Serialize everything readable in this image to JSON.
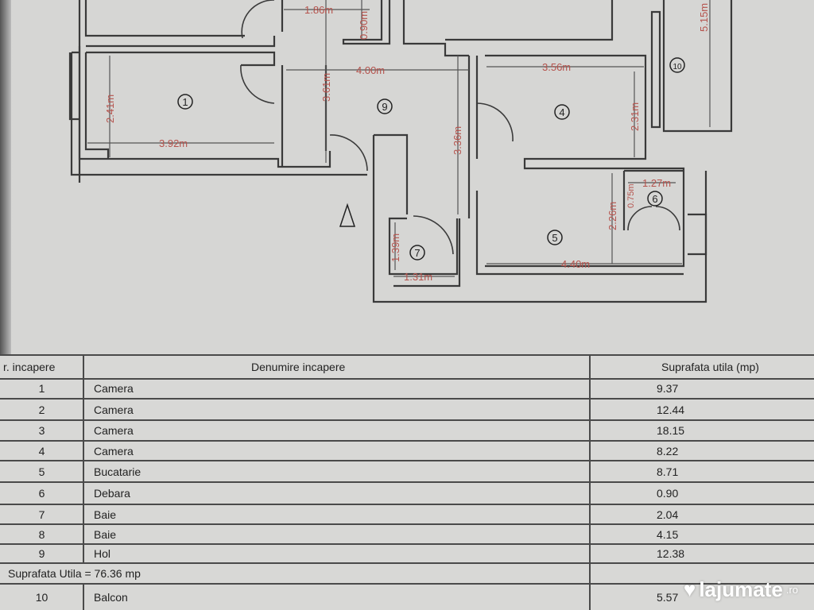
{
  "plan": {
    "dimensions": [
      "1.86m",
      "0.90m",
      "5.15m",
      "4.00m",
      "3.56m",
      "3.61m",
      "2.41m",
      "3.92m",
      "3.36m",
      "2.31m",
      "2.26m",
      "1.27m",
      "0.75m",
      "1.39m",
      "1.31m",
      "4.40m"
    ],
    "rooms": [
      "1",
      "9",
      "4",
      "10",
      "6",
      "7",
      "5"
    ],
    "north_mark": "A"
  },
  "table": {
    "headers": [
      "r. incapere",
      "Denumire incapere",
      "Suprafata utila (mp)"
    ],
    "rows": [
      {
        "nr": "1",
        "name": "Camera",
        "area": "9.37"
      },
      {
        "nr": "2",
        "name": "Camera",
        "area": "12.44"
      },
      {
        "nr": "3",
        "name": "Camera",
        "area": "18.15"
      },
      {
        "nr": "4",
        "name": "Camera",
        "area": "8.22"
      },
      {
        "nr": "5",
        "name": "Bucatarie",
        "area": "8.71"
      },
      {
        "nr": "6",
        "name": "Debara",
        "area": "0.90"
      },
      {
        "nr": "7",
        "name": "Baie",
        "area": "2.04"
      },
      {
        "nr": "8",
        "name": "Baie",
        "area": "4.15"
      },
      {
        "nr": "9",
        "name": "Hol",
        "area": "12.38"
      }
    ],
    "total": "Suprafata Utila = 76.36 mp",
    "balcony": {
      "nr": "10",
      "name": "Balcon",
      "area": "5.57"
    }
  },
  "watermark": {
    "brand": "lajumate",
    "tld": ".ro"
  },
  "colors": {
    "dimension_text": "#b5524c",
    "paper": "#d6d6d4",
    "lines": "#3a3a3a"
  }
}
